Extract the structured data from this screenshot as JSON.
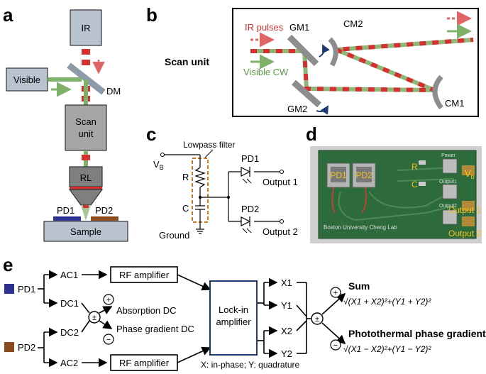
{
  "panels": {
    "a": "a",
    "b": "b",
    "c": "c",
    "d": "d",
    "e": "e"
  },
  "a": {
    "ir": "IR",
    "visible": "Visible",
    "dm": "DM",
    "scan_unit_line1": "Scan",
    "scan_unit_line2": "unit",
    "rl": "RL",
    "pd1": "PD1",
    "pd2": "PD2",
    "sample": "Sample"
  },
  "b": {
    "scan_unit": "Scan unit",
    "gm1": "GM1",
    "gm2": "GM2",
    "cm1": "CM1",
    "cm2": "CM2",
    "ir_pulses": "IR pulses",
    "visible_cw": "Visible CW"
  },
  "c": {
    "lowpass": "Lowpass filter",
    "vb": "V",
    "vb_sub": "B",
    "r": "R",
    "c": "C",
    "ground": "Ground",
    "pd1": "PD1",
    "pd2": "PD2",
    "out1": "Output 1",
    "out2": "Output 2"
  },
  "d": {
    "pd1": "PD1",
    "pd2": "PD2",
    "r": "R",
    "c": "C",
    "vb": "V",
    "vb_sub": "b",
    "out1": "Output 1",
    "out2": "Output 2",
    "board_text": "Boston University  Cheng Lab",
    "power": "Power",
    "output1": "Output1",
    "output2": "Output2"
  },
  "e": {
    "pd1": "PD1",
    "pd2": "PD2",
    "ac1": "AC1",
    "dc1": "DC1",
    "dc2": "DC2",
    "ac2": "AC2",
    "rf_amp": "RF amplifier",
    "pm": "±",
    "plus": "+",
    "minus": "−",
    "absorption_dc": "Absorption DC",
    "phase_gradient_dc": "Phase gradient DC",
    "lockin_line1": "Lock-in",
    "lockin_line2": "amplifier",
    "x1": "X1",
    "y1": "Y1",
    "x2": "X2",
    "y2": "Y2",
    "iq_note": "X: in-phase; Y: quadrature",
    "sum_title": "Sum",
    "sum_formula": "√(X1 + X2)²+(Y1 + Y2)²",
    "ptpg_title": "Photothermal phase gradient",
    "ptpg_formula": "√(X1 − X2)²+(Y1 − Y2)²"
  }
}
